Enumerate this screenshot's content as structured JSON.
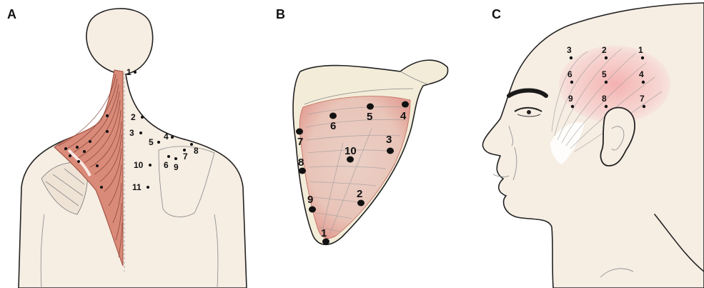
{
  "panels": [
    {
      "letter": "A",
      "points": [
        "1",
        "2",
        "3",
        "4",
        "5",
        "6",
        "7",
        "8",
        "9",
        "10",
        "11"
      ]
    },
    {
      "letter": "B",
      "points": [
        "1",
        "2",
        "3",
        "4",
        "5",
        "6",
        "7",
        "8",
        "9",
        "10"
      ]
    },
    {
      "letter": "C",
      "points": [
        "1",
        "2",
        "3",
        "4",
        "5",
        "6",
        "7",
        "8",
        "9"
      ]
    }
  ],
  "colors": {
    "skin": "#f6ede3",
    "muscle": "#d98a78",
    "muscle_dark": "#b4533f",
    "bone": "#f3ecd9",
    "outline": "#222222",
    "glow": "#f2b4b4"
  }
}
